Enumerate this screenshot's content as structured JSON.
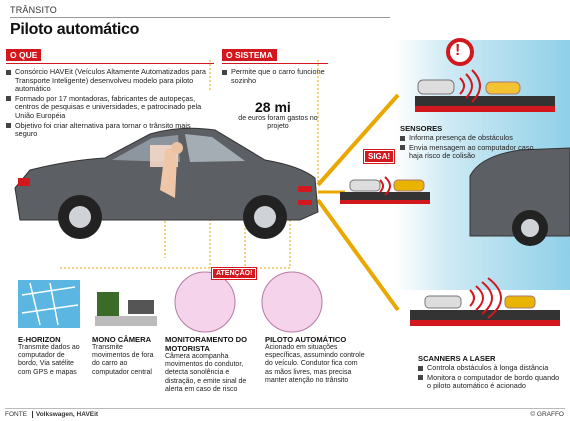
{
  "section": "TRÂNSITO",
  "title": "Piloto automático",
  "o_que": {
    "heading": "O QUE",
    "items": [
      "Consórcio HAVEit (Veículos Altamente Automatizados para Transporte Inteligente) desenvolveu modelo para piloto automático",
      "Formado por 17 montadoras, fabricantes de autopeças, centros de pesquisas e universidades, e patrocinado pela União Européia",
      "Objetivo foi criar alternativa para tornar o trânsito mais seguro"
    ]
  },
  "o_sistema": {
    "heading": "O SISTEMA",
    "items": [
      "Permite que o carro funcione sozinho"
    ]
  },
  "cost": {
    "value": "28 mi",
    "caption": "de euros foram gastos no projeto"
  },
  "siga_label": "SIGA!",
  "atencao_label": "ATENÇÃO!",
  "alert_mark": "!",
  "sensores": {
    "title": "SENSORES",
    "items": [
      "Informa presença de obstáculos",
      "Envia mensagem ao computador caso haja risco de colisão"
    ]
  },
  "scanners": {
    "title": "SCANNERS A LASER",
    "items": [
      "Controla obstáculos à longa distância",
      "Monitora o computador de bordo quando o piloto automático é acionado"
    ]
  },
  "bottom": [
    {
      "title": "E-HORIZON",
      "text": "Transmite dados ao computador de bordo, Via satélite com GPS e mapas"
    },
    {
      "title": "MONO CÂMERA",
      "text": "Transmite movimentos de fora do carro ao computador central"
    },
    {
      "title": "MONITORAMENTO DO MOTORISTA",
      "text": "Câmera acompanha movimentos do condutor, detecta sonolência e distração, e emite sinal de alerta em caso de risco"
    },
    {
      "title": "PILOTO AUTOMÁTICO",
      "text": "Acionado em situações específicas, assumindo controle do veículo. Condutor fica com as mãos livres, mas precisa manter atenção no trânsito"
    }
  ],
  "footer": {
    "source_label": "FONTE",
    "source": "Volkswagen, HAVEit",
    "credit": "© GRAFFO"
  },
  "colors": {
    "accent": "#d2171d",
    "gold": "#e9a700",
    "sky": "#7ec8e3"
  }
}
